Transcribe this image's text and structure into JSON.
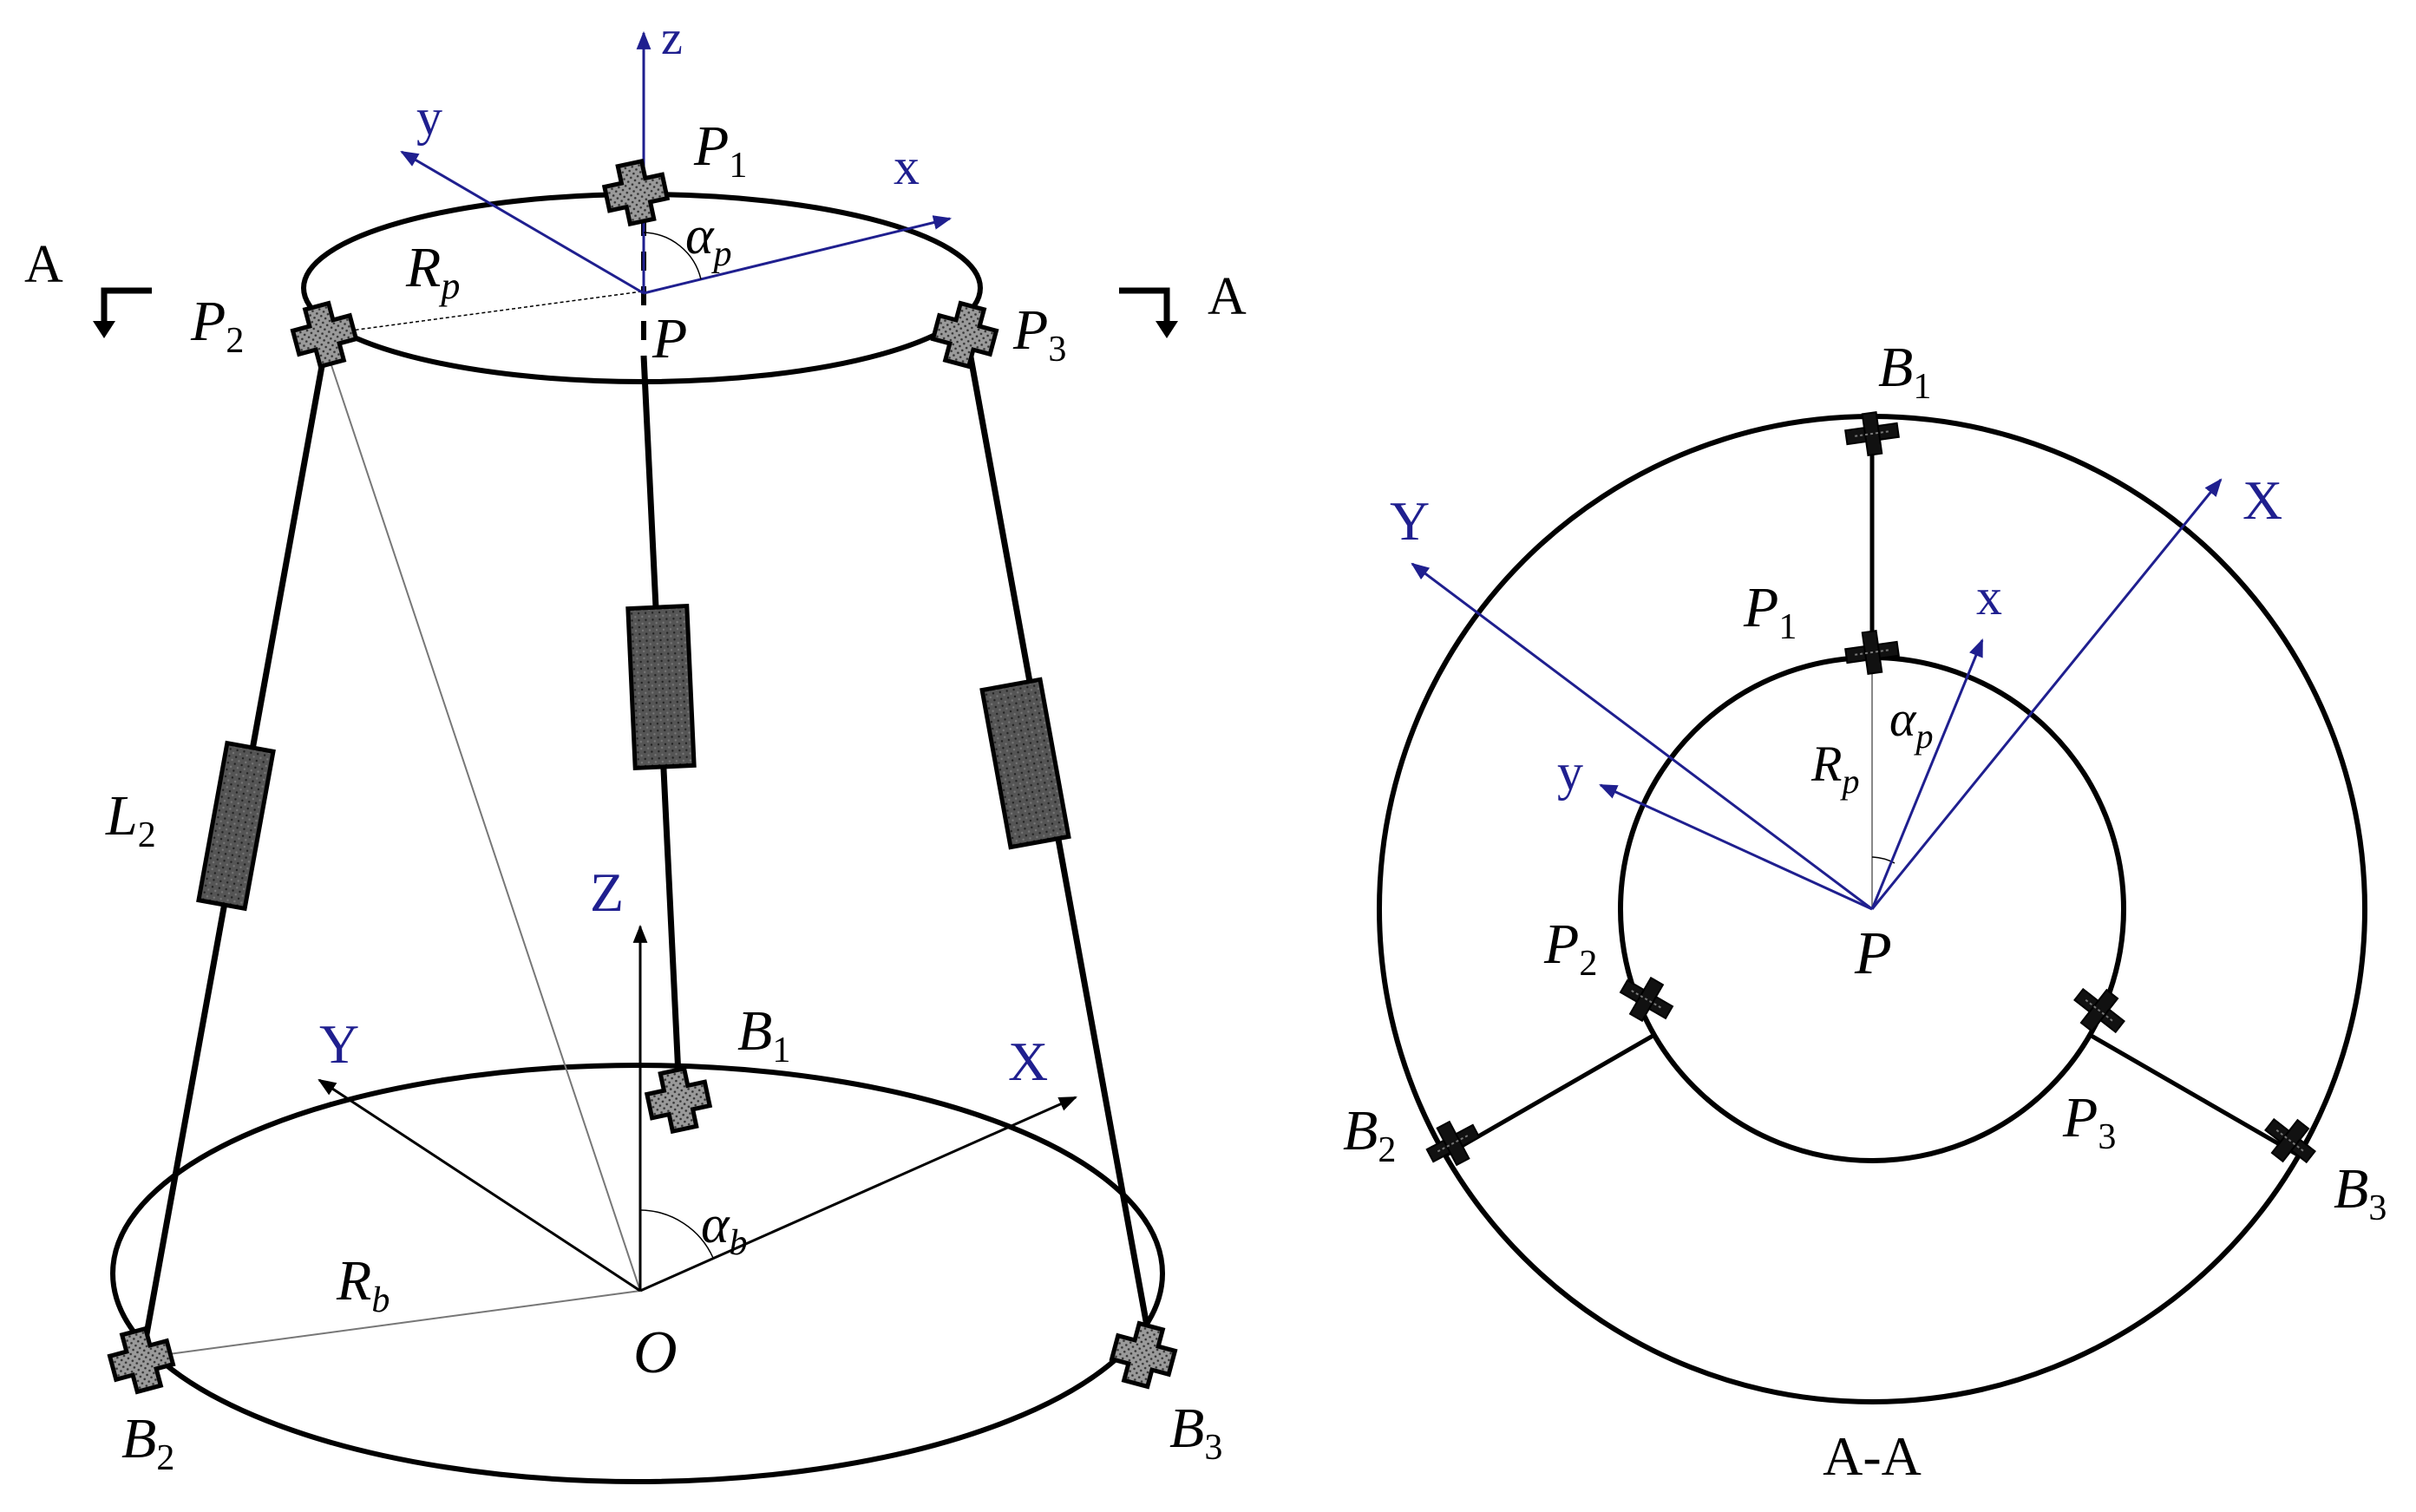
{
  "colors": {
    "ink": "#000000",
    "axis_blue": "#1f1f8f",
    "joint_fill": "#8c8c8c",
    "actuator_fill": "#555555"
  },
  "left": {
    "frame_platform": {
      "z": "z",
      "y": "y",
      "x": "x"
    },
    "frame_base": {
      "z": "Z",
      "y": "Y",
      "x": "X"
    },
    "section_mark_left": "A",
    "section_mark_right": "A",
    "labels": {
      "p1": {
        "main": "P",
        "sub": "1"
      },
      "p2": {
        "main": "P",
        "sub": "2"
      },
      "p3": {
        "main": "P",
        "sub": "3"
      },
      "p": "P",
      "rp": {
        "main": "R",
        "sub": "p"
      },
      "alpha_p": {
        "main": "α",
        "sub": "p"
      },
      "b1": {
        "main": "B",
        "sub": "1"
      },
      "b2": {
        "main": "B",
        "sub": "2"
      },
      "b3": {
        "main": "B",
        "sub": "3"
      },
      "o": "O",
      "rb": {
        "main": "R",
        "sub": "b"
      },
      "alpha_b": {
        "main": "α",
        "sub": "b"
      },
      "l2": {
        "main": "L",
        "sub": "2"
      }
    }
  },
  "right": {
    "frame_platform": {
      "y": "y",
      "x": "x"
    },
    "frame_base": {
      "y": "Y",
      "x": "X"
    },
    "labels": {
      "b1": {
        "main": "B",
        "sub": "1"
      },
      "b2": {
        "main": "B",
        "sub": "2"
      },
      "b3": {
        "main": "B",
        "sub": "3"
      },
      "p1": {
        "main": "P",
        "sub": "1"
      },
      "p2": {
        "main": "P",
        "sub": "2"
      },
      "p3": {
        "main": "P",
        "sub": "3"
      },
      "p": "P",
      "rp": {
        "main": "R",
        "sub": "p"
      },
      "alpha_p": {
        "main": "α",
        "sub": "p"
      }
    },
    "section_caption": "A-A"
  }
}
